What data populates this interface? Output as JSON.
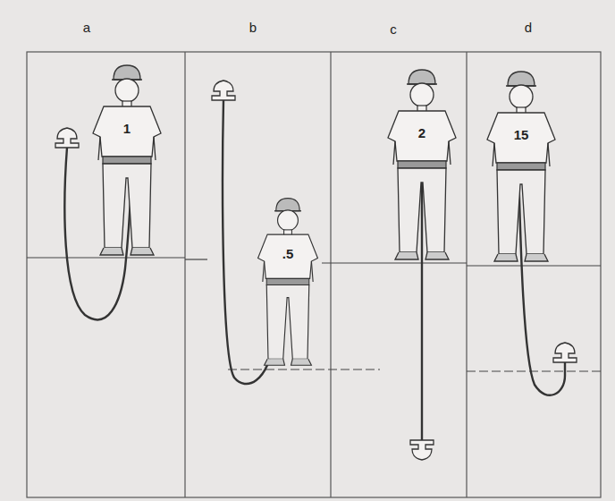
{
  "diagram": {
    "labels": [
      "a",
      "b",
      "c",
      "d",
      "1",
      ".5",
      "2",
      "15"
    ]
  }
}
